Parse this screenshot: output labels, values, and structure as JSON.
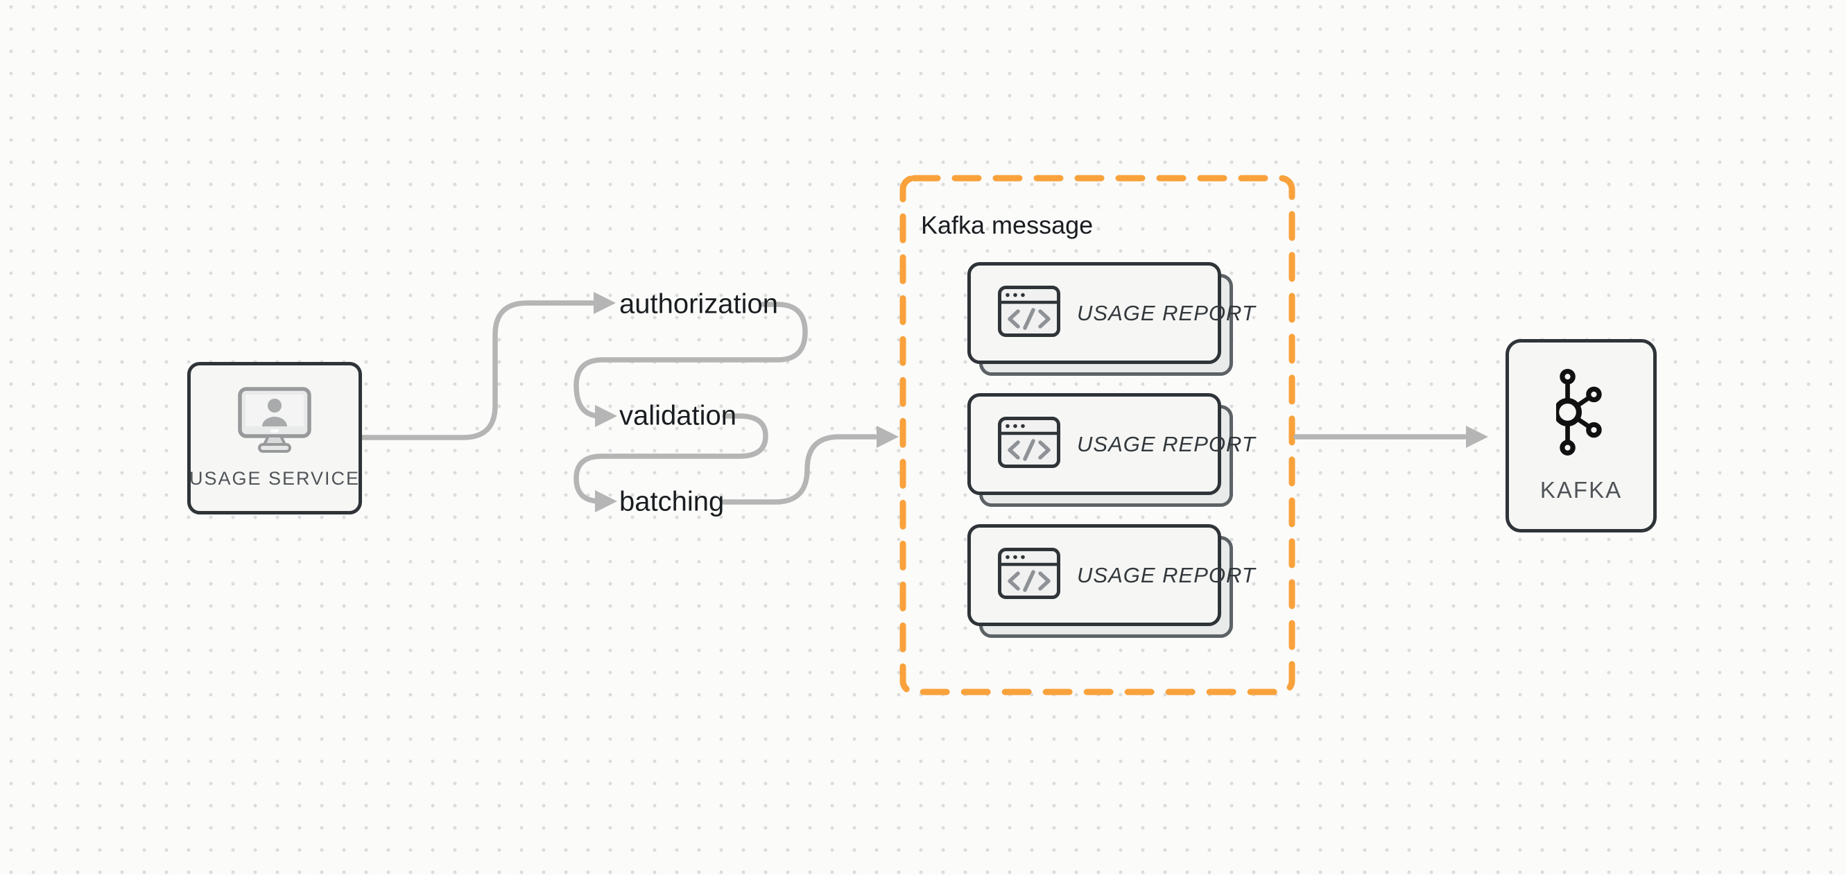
{
  "colors": {
    "background": "#fbfbfa",
    "dot_grid": "#dcdcdc",
    "accent_orange": "#f9a23c",
    "arrow_gray": "#b5b5b5",
    "border_dark": "#2f3438",
    "node_fill": "#f6f7f5",
    "text_dark": "#1a1d20",
    "text_muted": "#505458",
    "icon_gray": "#98999b",
    "card_back_border": "#5d6266",
    "card_back_fill": "#e9eaea",
    "code_glyph_gray": "#8e9296",
    "kafka_logo_black": "#111111"
  },
  "diagram": {
    "source_node": {
      "label": "USAGE SERVICE",
      "icon": "monitor-user-icon"
    },
    "pipeline_steps": [
      {
        "label": "authorization"
      },
      {
        "label": "validation"
      },
      {
        "label": "batching"
      }
    ],
    "kafka_message_group": {
      "title": "Kafka message",
      "cards": [
        {
          "label": "USAGE REPORT",
          "icon": "code-window-icon"
        },
        {
          "label": "USAGE REPORT",
          "icon": "code-window-icon"
        },
        {
          "label": "USAGE REPORT",
          "icon": "code-window-icon"
        }
      ]
    },
    "sink_node": {
      "label": "KAFKA",
      "icon": "kafka-logo-icon"
    },
    "edges": [
      {
        "from": "usage-service",
        "to": "authorization"
      },
      {
        "from": "authorization",
        "to": "validation"
      },
      {
        "from": "validation",
        "to": "batching"
      },
      {
        "from": "batching",
        "to": "kafka-message-group"
      },
      {
        "from": "kafka-message-group",
        "to": "kafka"
      }
    ]
  }
}
